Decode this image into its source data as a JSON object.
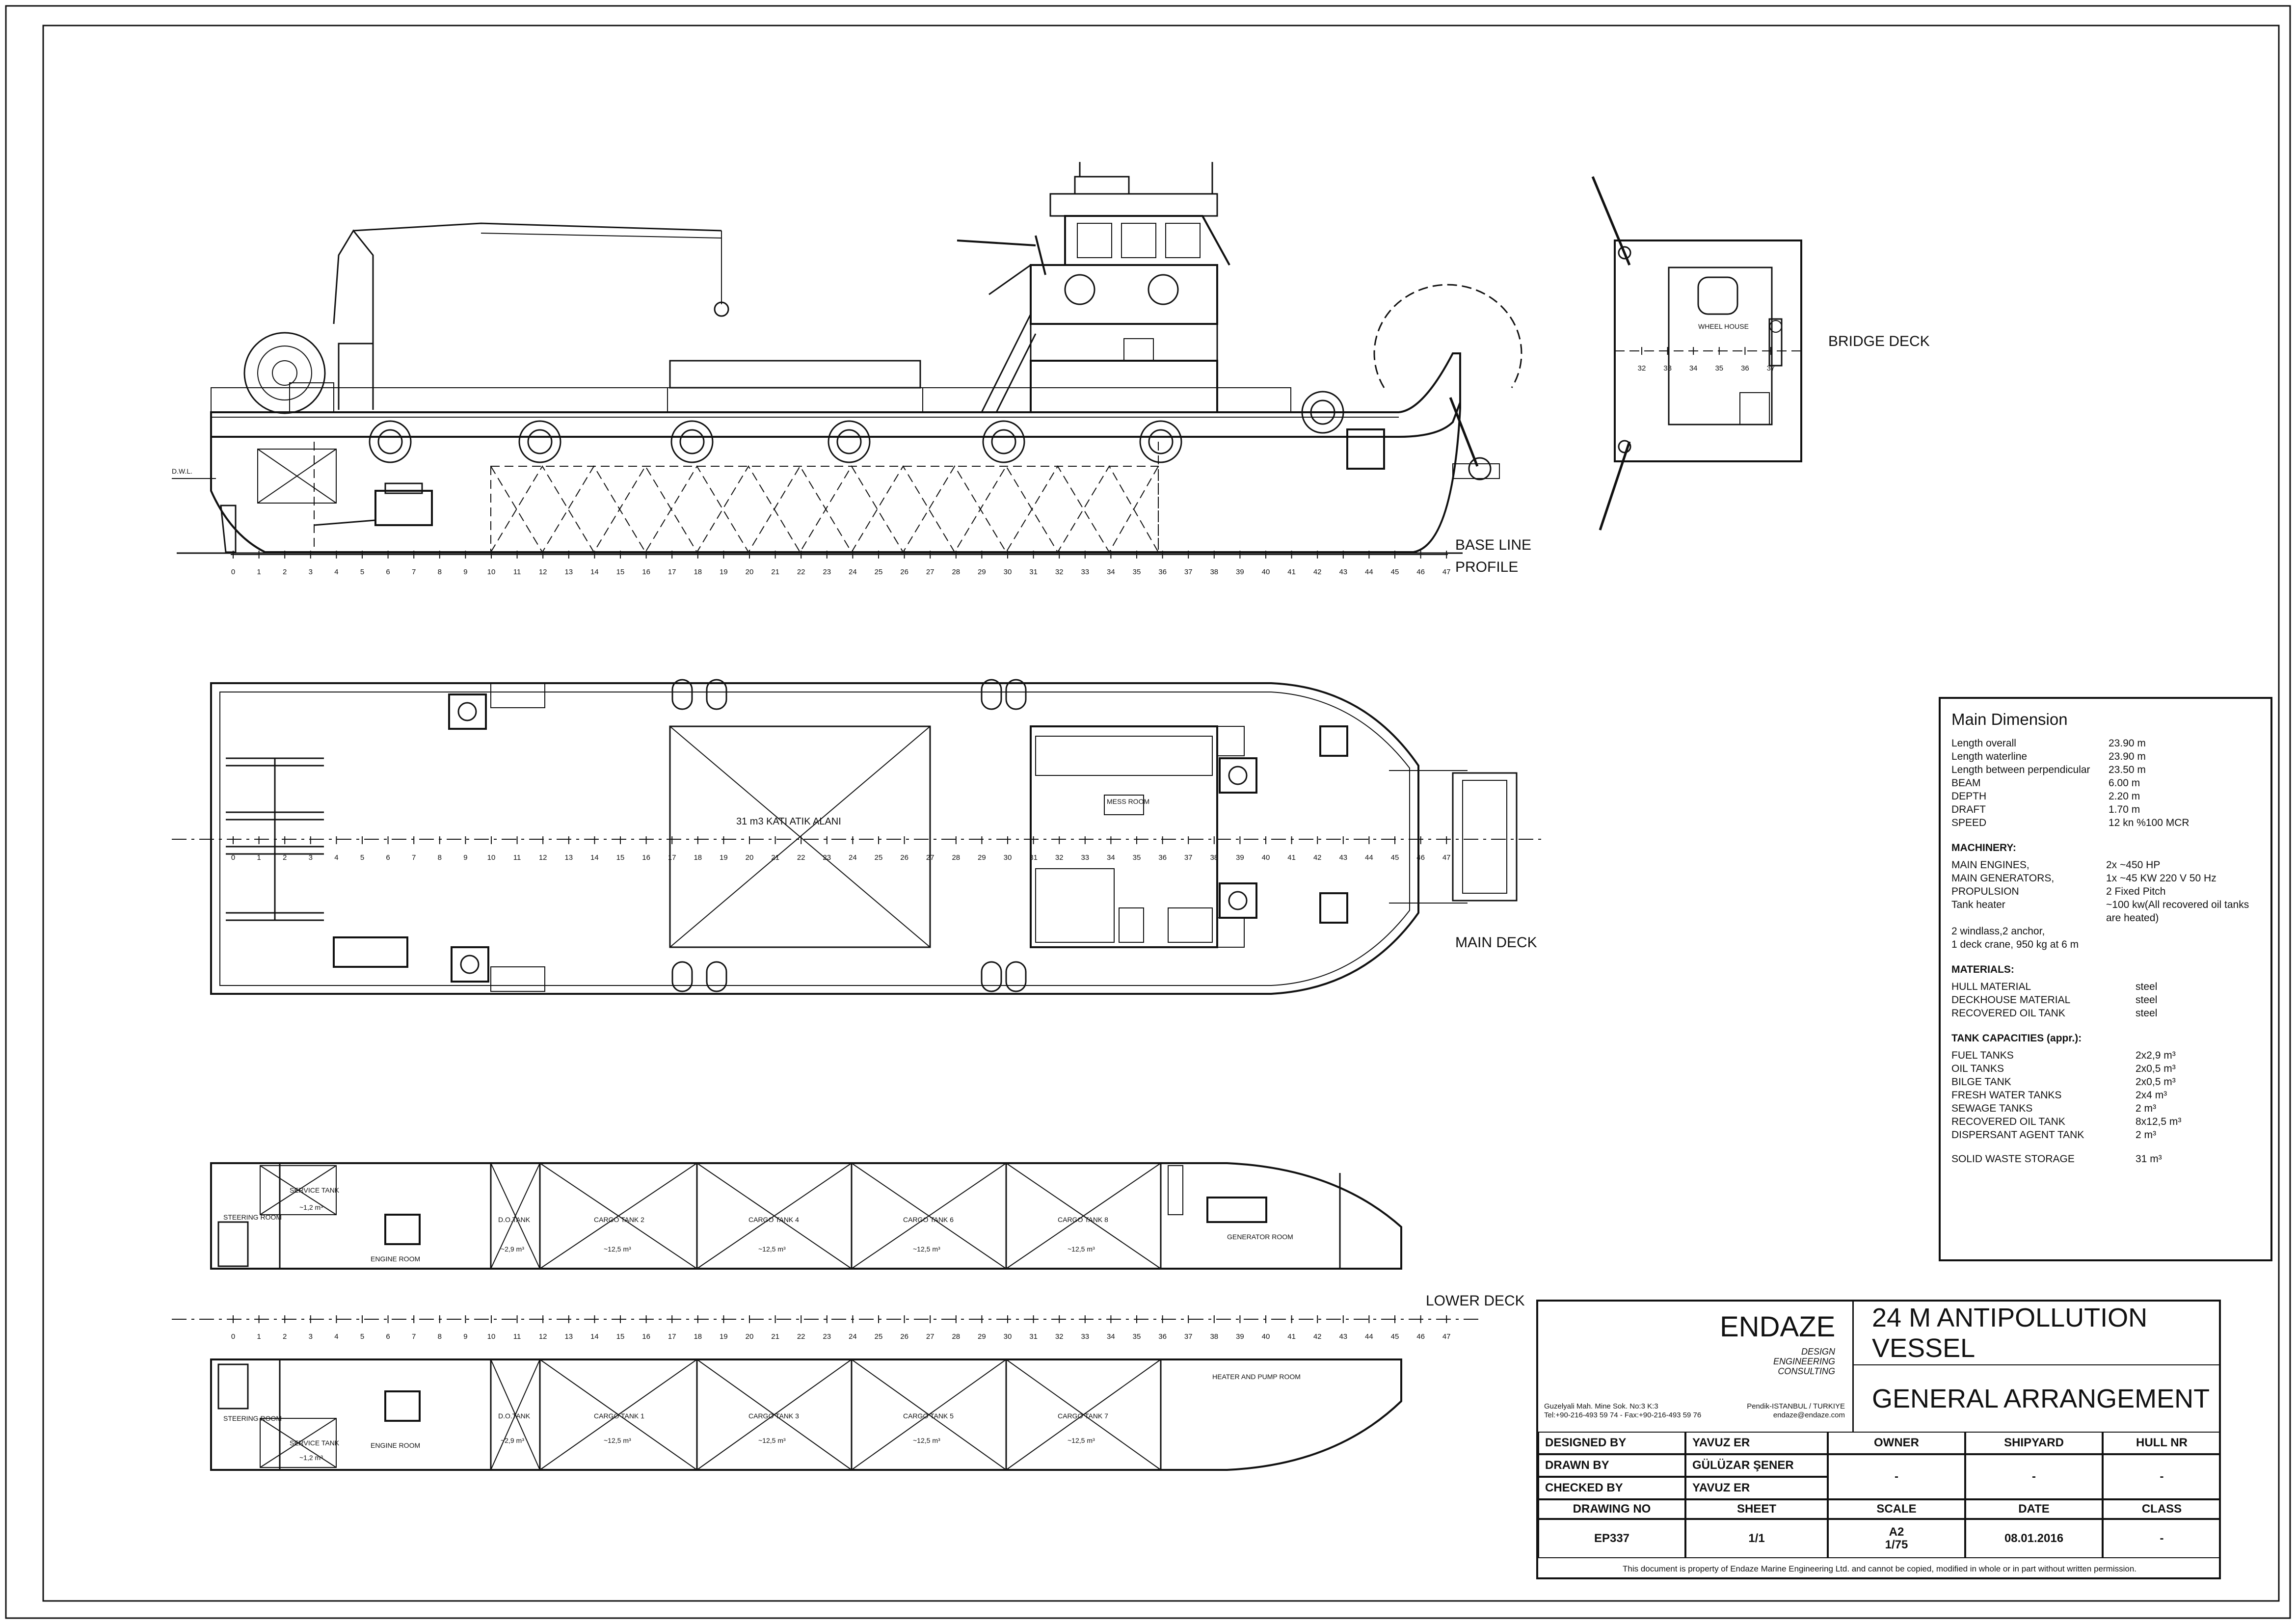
{
  "views": {
    "profile_label": "PROFILE",
    "base_line": "BASE LINE",
    "dwl": "D.W.L.",
    "bridge_deck": "BRIDGE DECK",
    "wheel_house": "WHEEL HOUSE",
    "main_deck": "MAIN DECK",
    "lower_deck": "LOWER DECK",
    "solid_waste_area": "31 m3 KATI ATIK ALANI",
    "mess_room": "MESS ROOM",
    "frames": [
      "0",
      "1",
      "2",
      "3",
      "4",
      "5",
      "6",
      "7",
      "8",
      "9",
      "10",
      "11",
      "12",
      "13",
      "14",
      "15",
      "16",
      "17",
      "18",
      "19",
      "20",
      "21",
      "22",
      "23",
      "24",
      "25",
      "26",
      "27",
      "28",
      "29",
      "30",
      "31",
      "32",
      "33",
      "34",
      "35",
      "36",
      "37",
      "38",
      "39",
      "40",
      "41",
      "42",
      "43",
      "44",
      "45",
      "46",
      "47"
    ],
    "bridge_frames": [
      "32",
      "33",
      "34",
      "35",
      "36",
      "37"
    ]
  },
  "lower_upper": {
    "steering_room": "STEERING ROOM",
    "service_tank": "SERVICE TANK",
    "service_vol": "~1,2 m³",
    "engine_room": "ENGINE ROOM",
    "do_tank": "D.O.TANK",
    "do_vol": "~2,9 m³",
    "tanks": [
      {
        "name": "CARGO TANK 2",
        "vol": "~12,5 m³"
      },
      {
        "name": "CARGO TANK 4",
        "vol": "~12,5 m³"
      },
      {
        "name": "CARGO TANK 6",
        "vol": "~12,5 m³"
      },
      {
        "name": "CARGO TANK 8",
        "vol": "~12,5 m³"
      }
    ],
    "generator_room": "GENERATOR ROOM"
  },
  "lower_lower": {
    "steering_room": "STEERING ROOM",
    "service_tank": "SERVICE TANK",
    "service_vol": "~1,2 m³",
    "engine_room": "ENGINE ROOM",
    "do_tank": "D.O.TANK",
    "do_vol": "~2,9 m³",
    "tanks": [
      {
        "name": "CARGO TANK 1",
        "vol": "~12,5 m³"
      },
      {
        "name": "CARGO TANK 3",
        "vol": "~12,5 m³"
      },
      {
        "name": "CARGO TANK 5",
        "vol": "~12,5 m³"
      },
      {
        "name": "CARGO TANK 7",
        "vol": "~12,5 m³"
      }
    ],
    "heater_room": "HEATER AND PUMP ROOM"
  },
  "main_dimension": {
    "title": "Main Dimension",
    "items": [
      {
        "k": "Length overall",
        "v": "23.90  m"
      },
      {
        "k": "Length waterline",
        "v": "23.90  m"
      },
      {
        "k": "Length between perpendicular",
        "v": "23.50  m"
      },
      {
        "k": "BEAM",
        "v": "6.00  m"
      },
      {
        "k": "DEPTH",
        "v": "2.20  m"
      },
      {
        "k": "DRAFT",
        "v": "1.70  m"
      },
      {
        "k": "SPEED",
        "v": "12 kn %100 MCR"
      }
    ],
    "machinery_title": "MACHINERY:",
    "machinery": [
      {
        "k": "MAIN ENGINES,",
        "v": "2x ~450 HP"
      },
      {
        "k": "MAIN GENERATORS,",
        "v": "1x ~45 KW 220 V 50 Hz"
      },
      {
        "k": "PROPULSION",
        "v": "2 Fixed Pitch"
      },
      {
        "k": "Tank heater",
        "v": "~100 kw(All recovered oil tanks are heated)"
      }
    ],
    "machinery_note1": "2 windlass,2 anchor,",
    "machinery_note2": "1 deck crane, 950 kg at 6 m",
    "materials_title": "MATERIALS:",
    "materials": [
      {
        "k": "HULL MATERIAL",
        "v": "steel"
      },
      {
        "k": "DECKHOUSE MATERIAL",
        "v": "steel"
      },
      {
        "k": "RECOVERED OIL TANK",
        "v": "steel"
      }
    ],
    "tank_title": "TANK CAPACITIES (appr.):",
    "tanks": [
      {
        "k": "FUEL TANKS",
        "v": "2x2,9 m³"
      },
      {
        "k": "OIL TANKS",
        "v": "2x0,5 m³"
      },
      {
        "k": "BILGE TANK",
        "v": "2x0,5 m³"
      },
      {
        "k": "FRESH WATER TANKS",
        "v": "2x4 m³"
      },
      {
        "k": "SEWAGE TANKS",
        "v": "2 m³"
      },
      {
        "k": "RECOVERED OIL TANK",
        "v": "8x12,5 m³"
      },
      {
        "k": "DISPERSANT AGENT TANK",
        "v": "2 m³"
      }
    ],
    "solid_waste": {
      "k": "SOLID WASTE STORAGE",
      "v": "31 m³"
    }
  },
  "title_block": {
    "company": "ENDAZE",
    "tagline1": "DESIGN",
    "tagline2": "ENGINEERING",
    "tagline3": "CONSULTING",
    "address1": "Guzelyali Mah. Mine Sok. No:3 K:3",
    "address2": "Tel:+90-216-493 59 74 - Fax:+90-216-493 59 76",
    "city": "Pendik-ISTANBUL / TURKIYE",
    "email": "endaze@endaze.com",
    "project": "24 M ANTIPOLLUTION VESSEL",
    "drawing_title": "GENERAL ARRANGEMENT",
    "designed_by_label": "DESIGNED BY",
    "designed_by": "YAVUZ ER",
    "drawn_by_label": "DRAWN BY",
    "drawn_by": "GÜLÜZAR ŞENER",
    "checked_by_label": "CHECKED BY",
    "checked_by": "YAVUZ ER",
    "owner_label": "OWNER",
    "owner": "-",
    "shipyard_label": "SHIPYARD",
    "shipyard": "-",
    "hull_label": "HULL NR",
    "hull": "-",
    "drawing_no_label": "DRAWING NO",
    "drawing_no": "EP337",
    "sheet_label": "SHEET",
    "sheet": "1/1",
    "scale_label": "SCALE",
    "scale1": "A2",
    "scale2": "1/75",
    "date_label": "DATE",
    "date": "08.01.2016",
    "class_label": "CLASS",
    "class": "-",
    "disclaimer": "This document is property of  Endaze Marine Engineering Ltd. and cannot be copied, modified in whole or in part without written permission."
  }
}
